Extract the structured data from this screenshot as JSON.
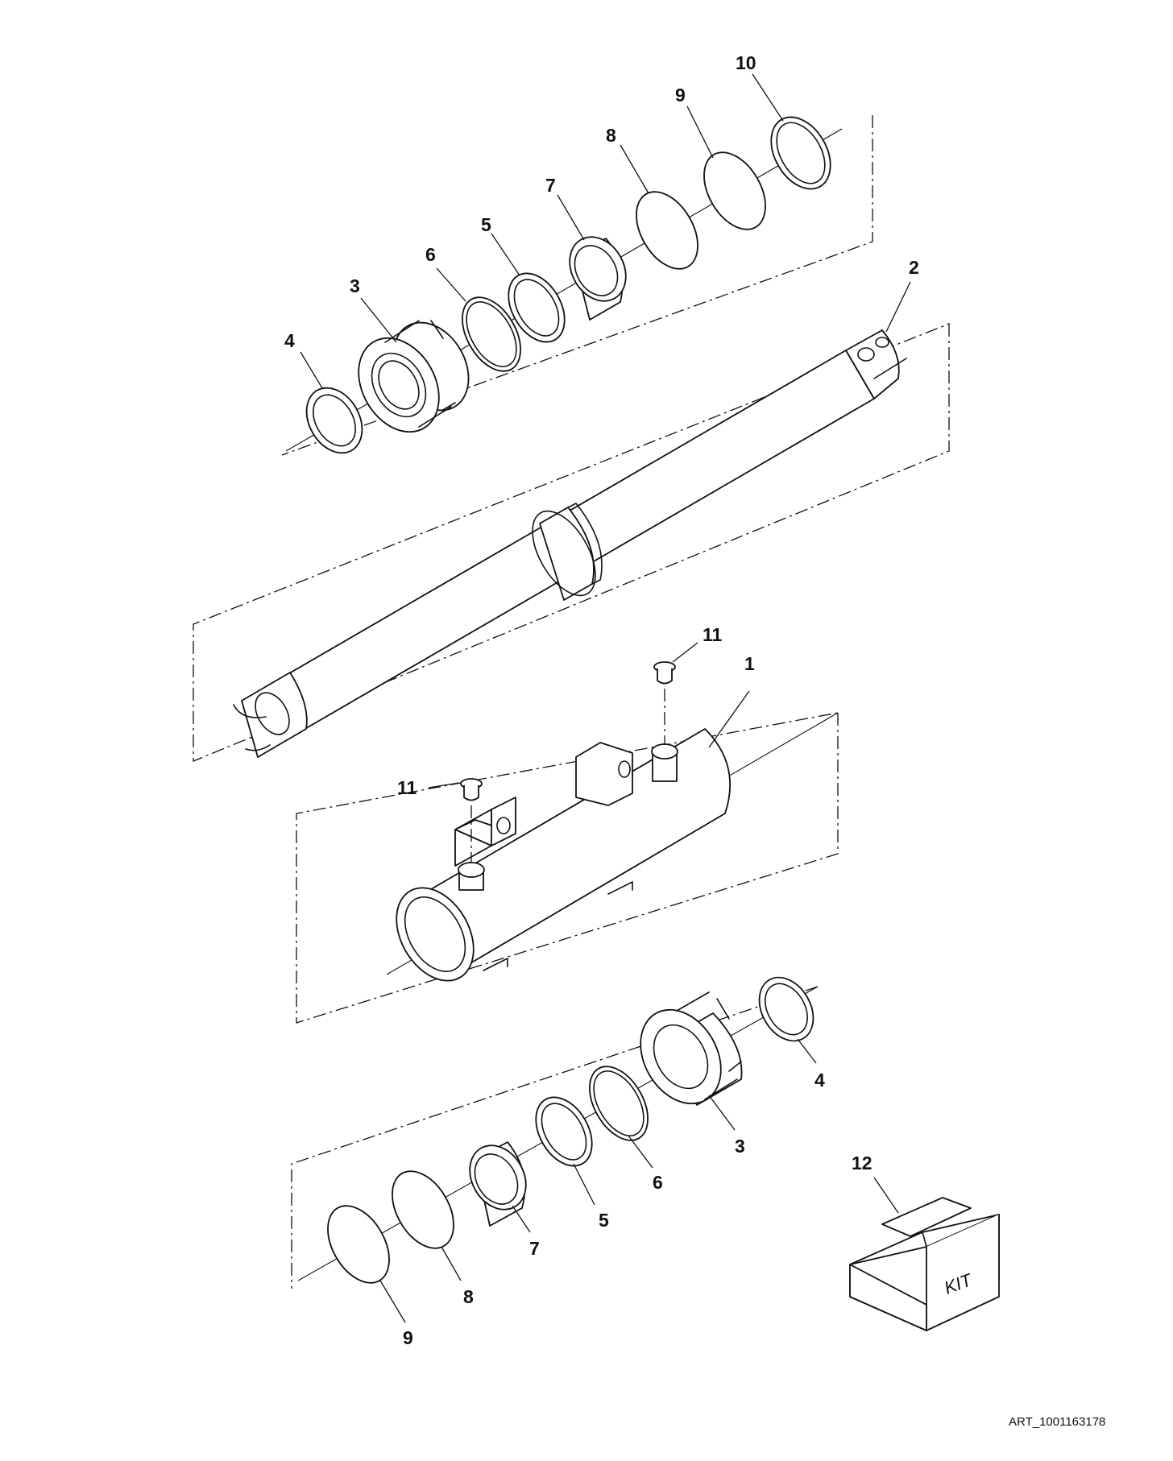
{
  "diagram": {
    "art_id": "ART_1001163178",
    "kit_label": "KIT",
    "callouts": {
      "upper_10": "10",
      "upper_9": "9",
      "upper_8": "8",
      "upper_7": "7",
      "upper_5": "5",
      "upper_6": "6",
      "upper_3": "3",
      "upper_4": "4",
      "rod_2": "2",
      "barrel_1": "1",
      "fitting_11_top": "11",
      "fitting_11_left": "11",
      "lower_4": "4",
      "lower_3": "3",
      "lower_6": "6",
      "lower_5": "5",
      "lower_7": "7",
      "lower_8": "8",
      "lower_9": "9",
      "kit_12": "12"
    }
  }
}
